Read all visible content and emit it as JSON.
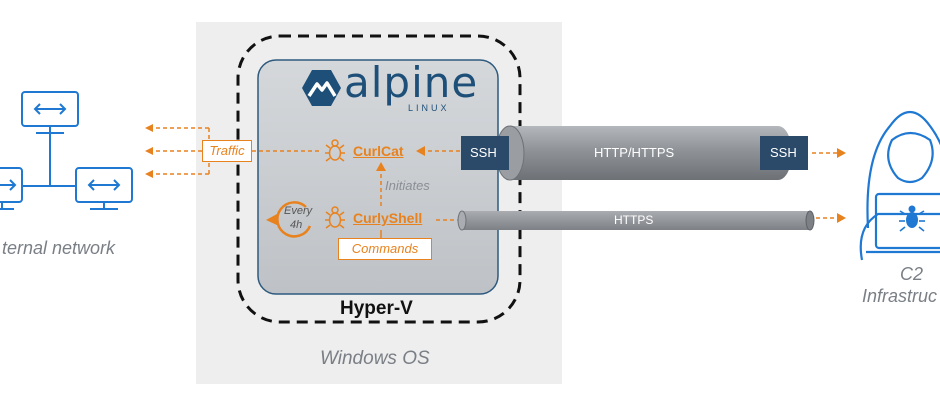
{
  "internal_network": {
    "label": "ternal network"
  },
  "windows": {
    "label": "Windows OS"
  },
  "hyperv": {
    "label": "Hyper-V"
  },
  "alpine": {
    "name": "alpine",
    "sub": "LINUX"
  },
  "traffic": {
    "label": "Traffic"
  },
  "curlcat": {
    "label": "CurlCat"
  },
  "curlyshell": {
    "label": "CurlyShell"
  },
  "initiates": {
    "label": "Initiates"
  },
  "commands": {
    "label": "Commands"
  },
  "every": {
    "line1": "Every",
    "line2": "4h"
  },
  "tunnel1": {
    "left": "SSH",
    "middle": "HTTP/HTTPS",
    "right": "SSH"
  },
  "tunnel2": {
    "label": "HTTPS"
  },
  "c2": {
    "line1": "C2",
    "line2": "Infrastruc"
  },
  "colors": {
    "orange": "#e8821e",
    "blue": "#1f78d1",
    "navy": "#274b6e",
    "vm_fill": "#c8ccd0",
    "windows_fill": "#eeeeee"
  }
}
